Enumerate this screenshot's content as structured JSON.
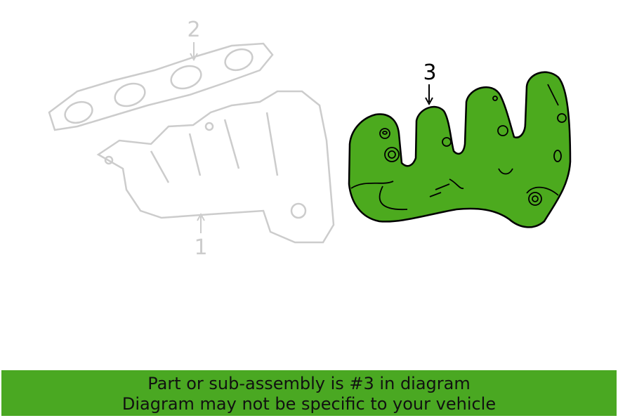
{
  "diagram": {
    "callouts": [
      {
        "label": "1",
        "highlighted": false
      },
      {
        "label": "2",
        "highlighted": false
      },
      {
        "label": "3",
        "highlighted": true
      }
    ],
    "highlight_color": "#4caa1e",
    "faded_color": "#cccccc"
  },
  "banner": {
    "line1": "Part or sub-assembly is #3 in diagram",
    "line2": "Diagram may not be specific to your vehicle",
    "color": "#4aa822"
  }
}
